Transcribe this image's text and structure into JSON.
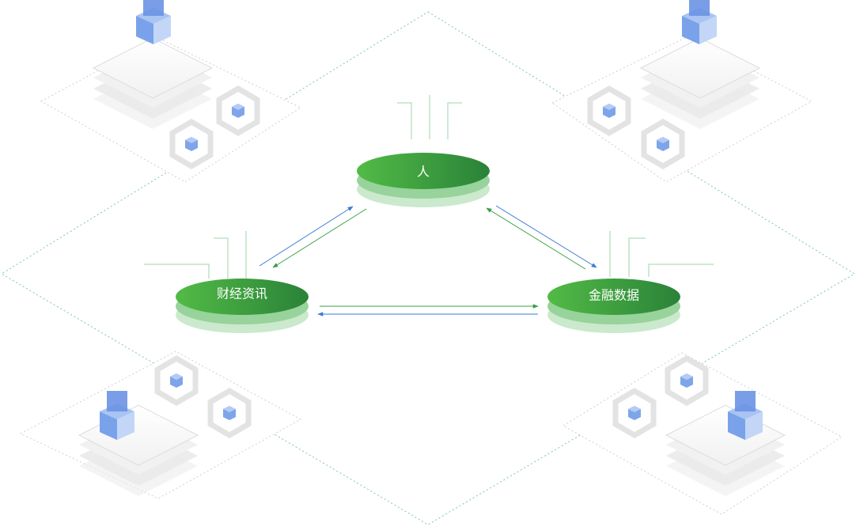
{
  "diagram": {
    "nodes": {
      "person": {
        "label": "人"
      },
      "finance_news": {
        "label": "财经资讯"
      },
      "financial_data": {
        "label": "金融数据"
      }
    },
    "edges": [
      {
        "from": "finance_news",
        "to": "person",
        "color": "#3a7bd5"
      },
      {
        "from": "person",
        "to": "finance_news",
        "color": "#3aa04a"
      },
      {
        "from": "person",
        "to": "financial_data",
        "color": "#3a7bd5"
      },
      {
        "from": "financial_data",
        "to": "person",
        "color": "#3aa04a"
      },
      {
        "from": "finance_news",
        "to": "financial_data",
        "color": "#3aa04a"
      },
      {
        "from": "financial_data",
        "to": "finance_news",
        "color": "#3a7bd5"
      }
    ]
  },
  "colors": {
    "node_green_light": "#4cb547",
    "node_green_dark": "#2e8b3c",
    "node_shadow": "#8fcf93",
    "accent_blue": "#3a7bd5",
    "accent_green": "#3aa04a",
    "dotted_border": "#7ec99a",
    "cube_blue": "#6f9be6",
    "server_gray": "#e6e6e6"
  },
  "decorations": {
    "corner_clusters": [
      {
        "name": "top-left",
        "icon": "server-stack-icon"
      },
      {
        "name": "top-right",
        "icon": "server-stack-icon"
      },
      {
        "name": "bottom-left",
        "icon": "server-stack-icon"
      },
      {
        "name": "bottom-right",
        "icon": "server-stack-icon"
      }
    ]
  }
}
